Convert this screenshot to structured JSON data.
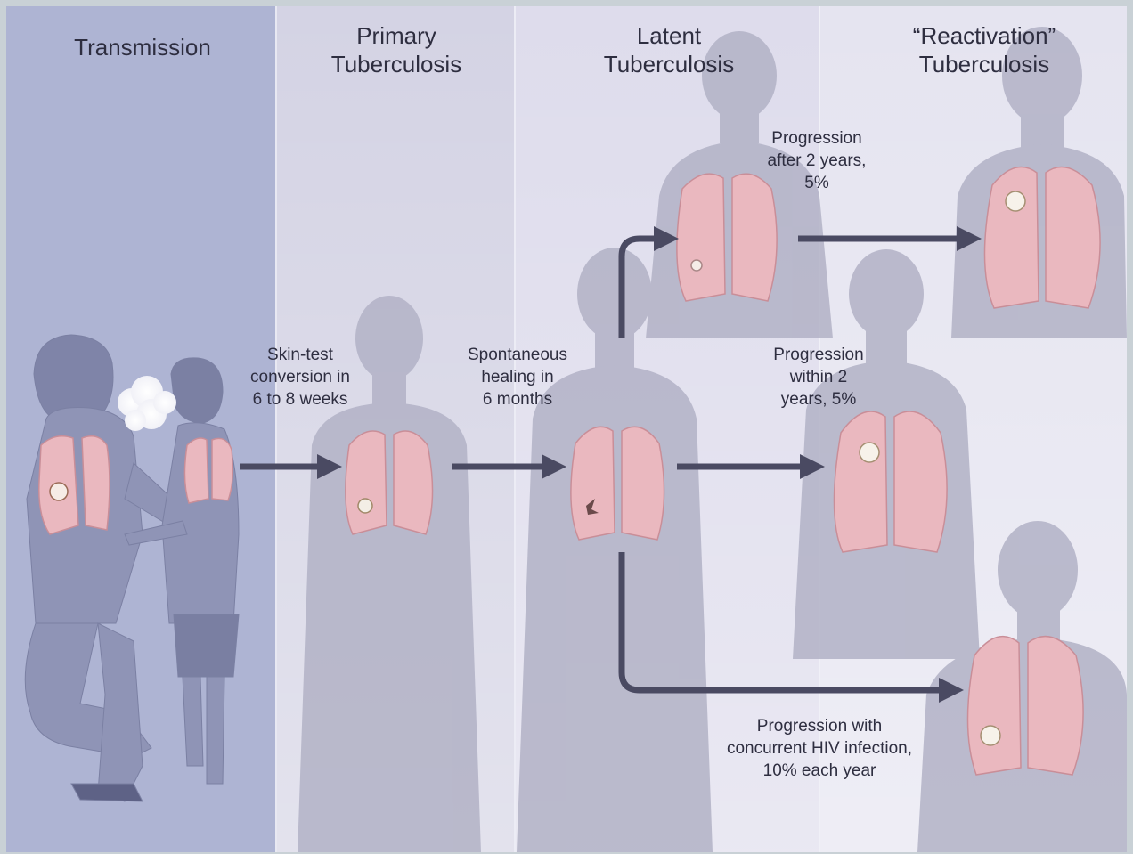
{
  "headings": {
    "transmission": [
      "Transmission"
    ],
    "primary": [
      "Primary",
      "Tuberculosis"
    ],
    "latent": [
      "Latent",
      "Tuberculosis"
    ],
    "reactivation": [
      "“Reactivation”",
      "Tuberculosis"
    ]
  },
  "notes": {
    "skin_test": [
      "Skin-test",
      "conversion in",
      "6 to 8 weeks"
    ],
    "healing": [
      "Spontaneous",
      "healing in",
      "6 months"
    ],
    "after_2_years": [
      "Progression",
      "after 2 years,",
      "5%"
    ],
    "within_2_years": [
      "Progression",
      "within 2",
      "years, 5%"
    ],
    "hiv": [
      "Progression with",
      "concurrent HIV infection,",
      "10% each year"
    ]
  },
  "colors": {
    "frame": "#c9d1d6",
    "panel_transmission": "#aeb4d3",
    "panel_primary": "#d4d3e4",
    "panel_latent": "#dedcec",
    "panel_reactivation": "#e5e4f0",
    "silhouette": "#b2b2c6",
    "lung_fill": "#eab8bf",
    "lung_edge": "#c98e98",
    "arrow": "#4a4a62",
    "text": "#2e2e40",
    "figure": "#8f94b6"
  },
  "icons": {
    "breath": "breath-cloud-icon",
    "lungs": "lungs-icon",
    "lesion": "lesion-icon",
    "silhouette": "person-silhouette-icon"
  }
}
